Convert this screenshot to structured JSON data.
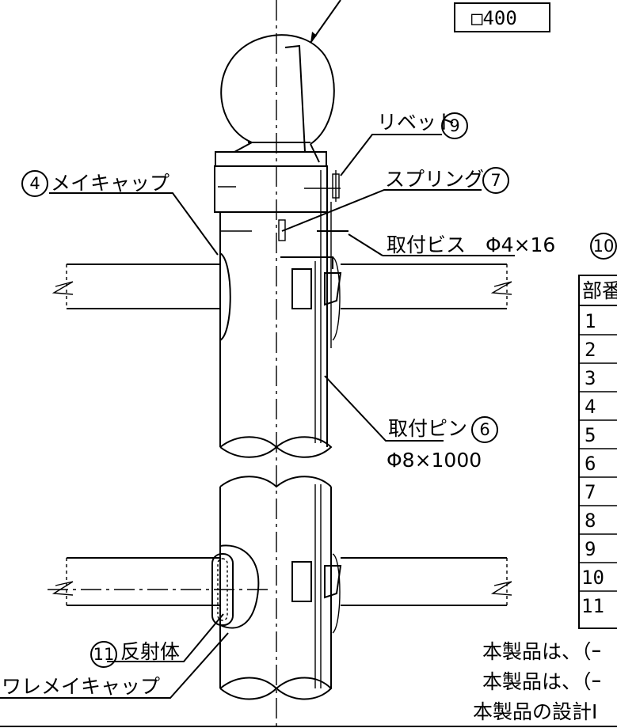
{
  "size_label": "□400",
  "callouts": {
    "rivet": {
      "text": "リベット",
      "num": "9"
    },
    "cap": {
      "text": "メイキャップ",
      "num": "4"
    },
    "spring": {
      "text": "スプリング",
      "num": "7"
    },
    "screw": {
      "text": "取付ビス　Φ4×16",
      "num": "10"
    },
    "pin": {
      "text": "取付ピン",
      "num": "6",
      "sub": "Φ8×1000"
    },
    "reflector": {
      "text": "反射体",
      "num": "11"
    },
    "reflect_cap": {
      "text": "ワレメイキャップ"
    }
  },
  "table": {
    "header": "部番",
    "rows": [
      "1",
      "2",
      "3",
      "4",
      "5",
      "6",
      "7",
      "8",
      "9",
      "10",
      "11"
    ]
  },
  "notes": [
    "本製品は、（ｰ",
    "本製品は、（ｰ",
    "本製品の設計I"
  ]
}
